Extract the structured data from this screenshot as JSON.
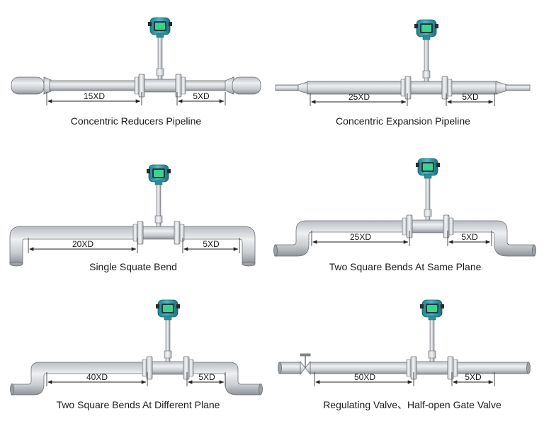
{
  "panels": [
    {
      "caption": "Concentric Reducers Pipeline",
      "upstream": "15XD",
      "downstream": "5XD"
    },
    {
      "caption": "Concentric Expansion Pipeline",
      "upstream": "25XD",
      "downstream": "5XD"
    },
    {
      "caption": "Single Squate Bend",
      "upstream": "20XD",
      "downstream": "5XD"
    },
    {
      "caption": "Two Square Bends At Same Plane",
      "upstream": "25XD",
      "downstream": "5XD"
    },
    {
      "caption": "Two Square Bends At Different Plane",
      "upstream": "40XD",
      "downstream": "5XD"
    },
    {
      "caption": "Regulating Valve、Half-open Gate Valve",
      "upstream": "50XD",
      "downstream": "5XD"
    }
  ],
  "colors": {
    "pipe_fill": "#cfd2d6",
    "pipe_edge": "#6b6f74",
    "transmitter": "#2e9aa8",
    "display": "#3fd18a"
  },
  "icons": [
    "flowmeter-transmitter-icon",
    "gate-valve-icon"
  ]
}
